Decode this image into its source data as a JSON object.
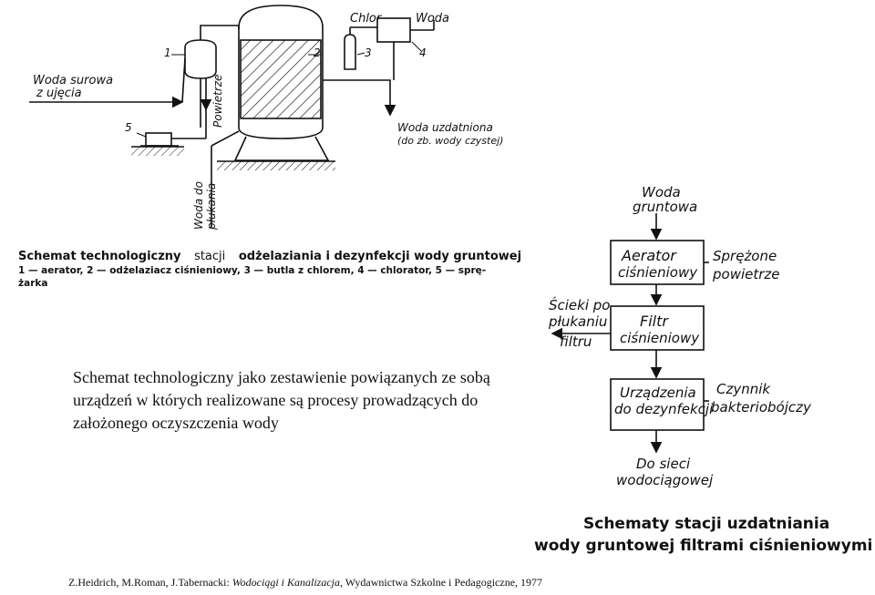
{
  "left_diagram": {
    "labels": {
      "raw_water_1": "Woda surowa",
      "raw_water_2": "z ujęcia",
      "air": "Powietrze",
      "chlorine": "Chlor",
      "water": "Woda",
      "treated_1": "Woda uzdatniona",
      "treated_2": "(do zb. wody czystej)",
      "wash_water_1": "Woda do",
      "wash_water_2": "płukania",
      "n1": "1",
      "n2": "2",
      "n3": "3",
      "n4": "4",
      "n5": "5"
    },
    "caption_line1_a": "Schemat technologiczny",
    "caption_line1_b": "stacji",
    "caption_line1_c": "odżelaziania i dezynfekcji wody gruntowej",
    "caption_line2": "1 — aerator, 2 — odżelaziacz ciśnieniowy, 3 — butla z chlorem, 4 — chlorator, 5 — sprę-",
    "caption_line3": "żarka"
  },
  "right_diagram": {
    "top_1": "Woda",
    "top_2": "gruntowa",
    "aerator_1": "Aerator",
    "aerator_2": "ciśnieniowy",
    "compressed_1": "Sprężone",
    "compressed_2": "powietrze",
    "wash_1": "Ścieki po",
    "wash_2": "płukaniu",
    "wash_3": "filtru",
    "filter_1": "Filtr",
    "filter_2": "ciśnieniowy",
    "disinf_1": "Urządzenia",
    "disinf_2": "do dezynfekcji",
    "agent_1": "Czynnik",
    "agent_2": "bakteriobójczy",
    "out_1": "Do sieci",
    "out_2": "wodociągowej",
    "title_1": "Schematy stacji uzdatniania",
    "title_2": "wody gruntowej filtrami ciśnieniowymi"
  },
  "description": "Schemat technologiczny jako zestawienie powiązanych ze sobą urządzeń w których realizowane są procesy prowadzących do założonego oczyszczenia wody",
  "reference": {
    "authors": "Z.Heidrich, M.Roman, J.Tabernacki: ",
    "title": "Wodociągi i Kanalizacja",
    "publisher": ", Wydawnictwa Szkolne i Pedagogiczne, 1977"
  }
}
